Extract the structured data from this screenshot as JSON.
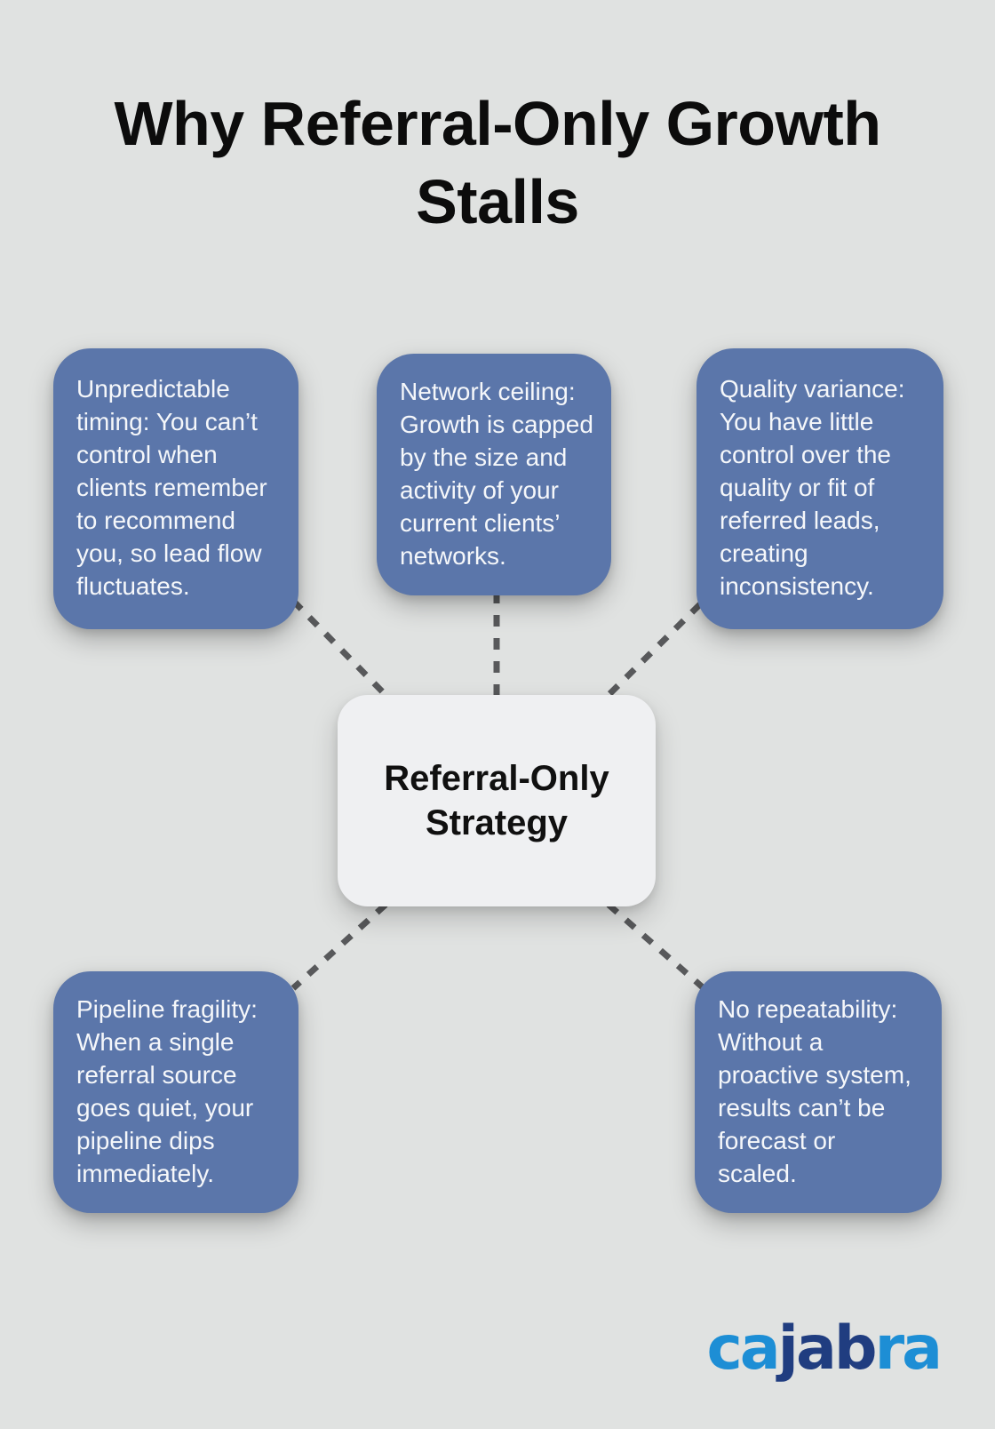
{
  "title": "Why Referral-Only Growth Stalls",
  "center_label": "Referral-Only Strategy",
  "cards": [
    {
      "position": "top-left",
      "text": "Unpredictable timing: You can’t control when clients remember to recommend you, so lead flow fluctuates."
    },
    {
      "position": "top-center",
      "text": "Network ceiling: Growth is capped by the size and activity of your current clients’ networks."
    },
    {
      "position": "top-right",
      "text": "Quality variance: You have little control over the quality or fit of referred leads, creating inconsistency."
    },
    {
      "position": "bottom-left",
      "text": "Pipeline fragility: When a single referral source goes quiet, your pipeline dips immediately."
    },
    {
      "position": "bottom-right",
      "text": "No repeatability: Without a proactive system, results can’t be forecast or scaled."
    }
  ],
  "logo": {
    "brand": "cajabra",
    "letters": [
      {
        "ch": "c",
        "color": "#1d8ed5"
      },
      {
        "ch": "a",
        "color": "#1d8ed5"
      },
      {
        "ch": "j",
        "color": "#203d80"
      },
      {
        "ch": "a",
        "color": "#203d80"
      },
      {
        "ch": "b",
        "color": "#203d80"
      },
      {
        "ch": "r",
        "color": "#1d8ed5"
      },
      {
        "ch": "a",
        "color": "#1d8ed5"
      }
    ]
  },
  "colors": {
    "page_background": "#e0e2e1",
    "card_background": "#5b76aa",
    "card_text": "#f5f7fa",
    "center_background": "#eff0f2",
    "title_text": "#0c0c0c",
    "connector": "#58595b"
  }
}
